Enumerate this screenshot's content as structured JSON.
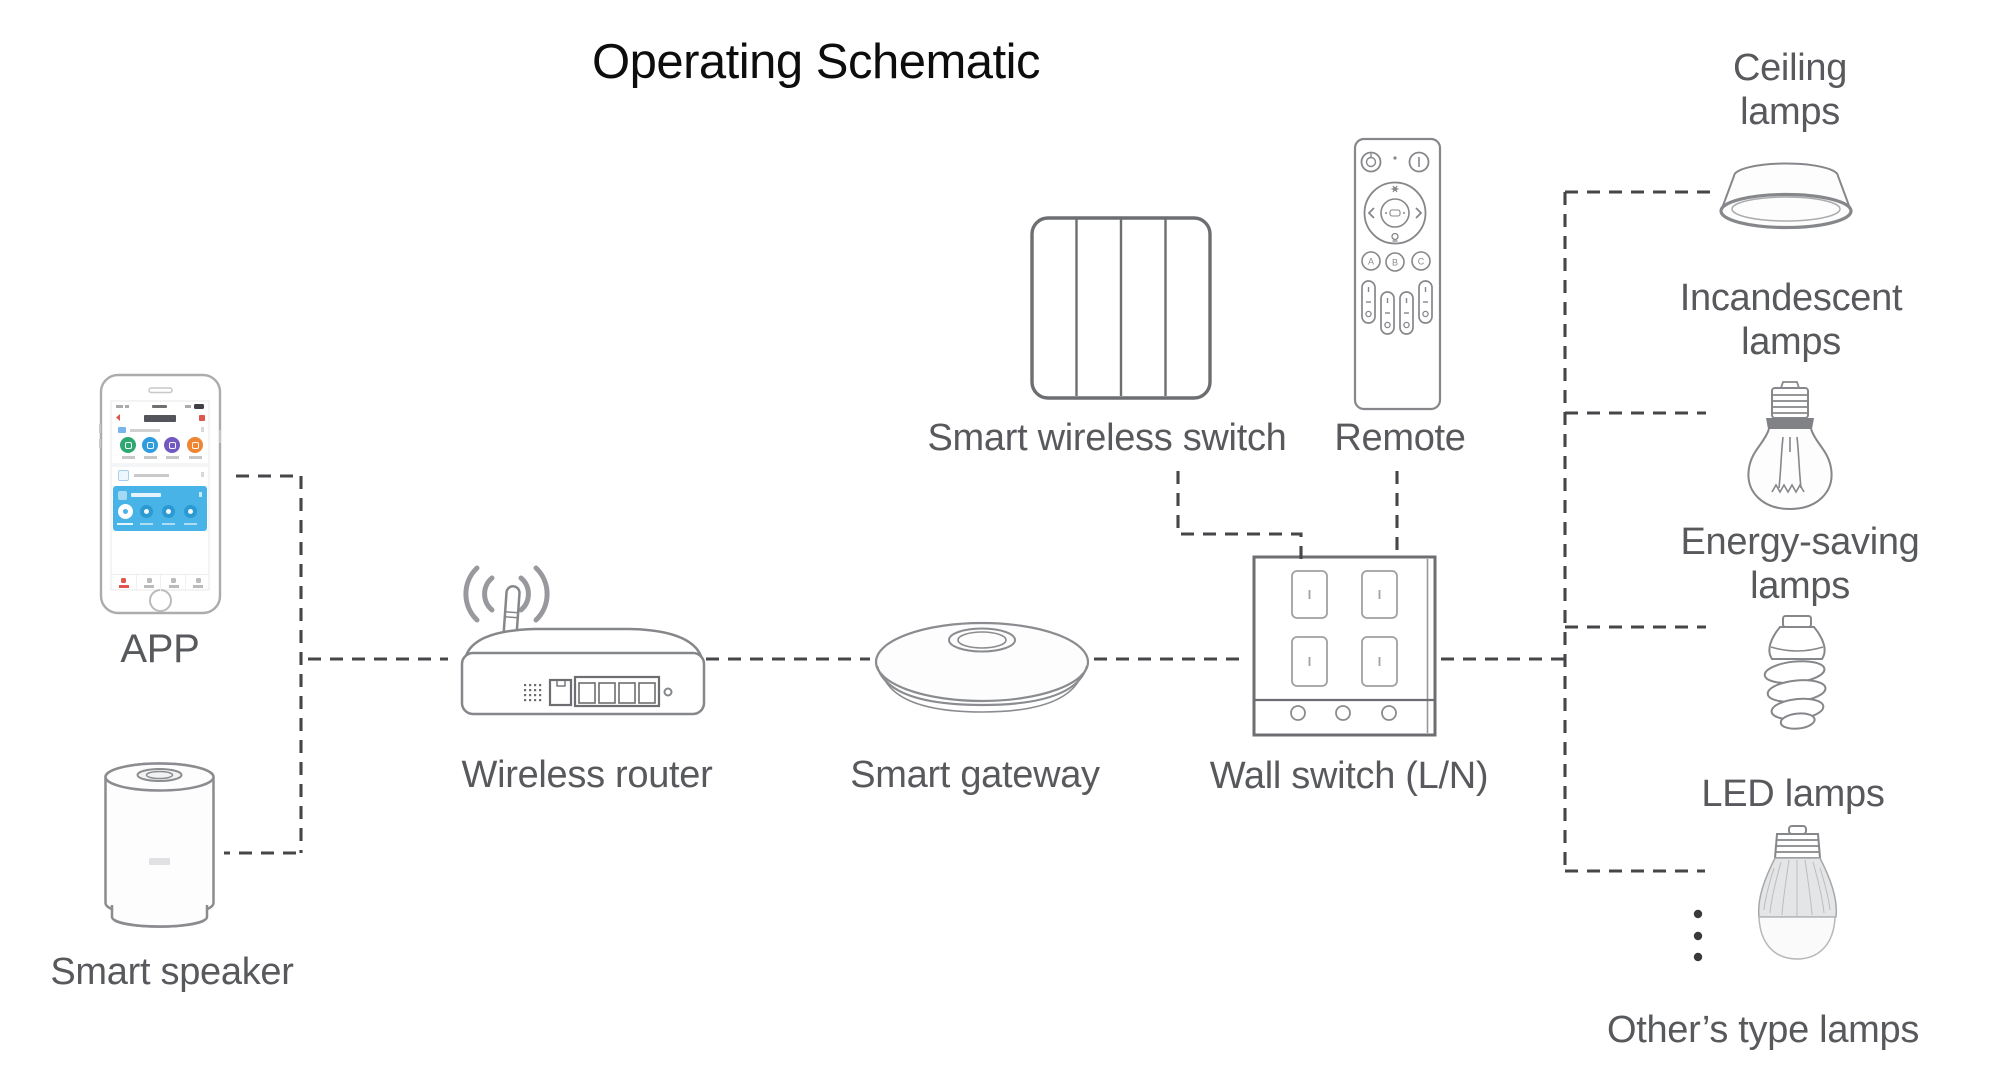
{
  "title": "Operating Schematic",
  "devices": {
    "app": {
      "label": "APP"
    },
    "smart_speaker": {
      "label": "Smart speaker"
    },
    "wireless_router": {
      "label": "Wireless router"
    },
    "smart_gateway": {
      "label": "Smart gateway"
    },
    "smart_wireless_switch": {
      "label": "Smart wireless switch"
    },
    "remote": {
      "label": "Remote",
      "keys": [
        "A",
        "B",
        "C"
      ]
    },
    "wall_switch": {
      "label": "Wall switch (L/N)"
    },
    "ceiling_lamps": {
      "label": "Ceiling lamps"
    },
    "incandescent_lamps": {
      "label": "Incandescent lamps"
    },
    "energy_saving_lamps": {
      "label": "Energy-saving lamps"
    },
    "led_lamps": {
      "label": "LED lamps"
    },
    "others_type_lamps": {
      "label": "Other’s type lamps"
    }
  },
  "colors": {
    "connector_dash": "#454648",
    "device_line": "#85878a",
    "device_line_dark": "#6d6e71",
    "label_text": "#58595c",
    "title_text": "#0d0d0d",
    "app_icon_green": "#2fa771",
    "app_icon_blue": "#2f9ce0",
    "app_icon_purple": "#7159c1",
    "app_icon_orange": "#ef8532",
    "app_banner_blue": "#47b3e7",
    "app_accent_red": "#e0564c"
  },
  "connections": [
    {
      "from": "app",
      "to": "wireless_router"
    },
    {
      "from": "smart_speaker",
      "to": "wireless_router"
    },
    {
      "from": "wireless_router",
      "to": "smart_gateway"
    },
    {
      "from": "smart_gateway",
      "to": "wall_switch"
    },
    {
      "from": "smart_wireless_switch",
      "to": "wall_switch"
    },
    {
      "from": "remote",
      "to": "wall_switch"
    },
    {
      "from": "wall_switch",
      "to": "ceiling_lamps"
    },
    {
      "from": "wall_switch",
      "to": "incandescent_lamps"
    },
    {
      "from": "wall_switch",
      "to": "energy_saving_lamps"
    },
    {
      "from": "wall_switch",
      "to": "led_lamps"
    },
    {
      "from": "wall_switch",
      "to": "others_type_lamps"
    }
  ]
}
